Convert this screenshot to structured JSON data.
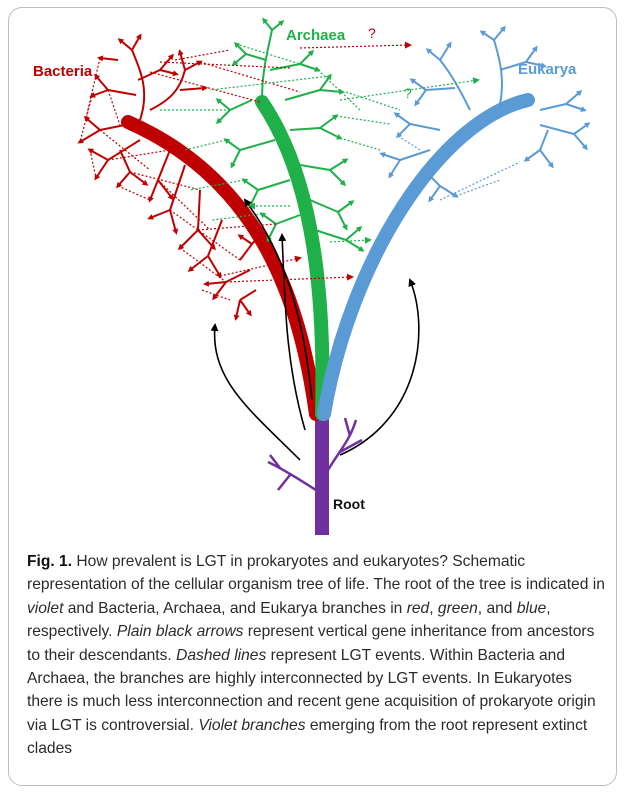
{
  "diagram": {
    "labels": {
      "bacteria": "Bacteria",
      "archaea": "Archaea",
      "eukarya": "Eukarya",
      "root": "Root",
      "q1": "?",
      "q2": "?"
    },
    "colors": {
      "bacteria": "#bf0000",
      "archaea": "#1fb04a",
      "eukarya": "#5b9bd5",
      "root": "#7030a0",
      "arrow": "#000000"
    }
  },
  "caption": {
    "fig_label": "Fig. 1.",
    "t1": " How prevalent is LGT in prokaryotes and eukaryotes? Schematic representation of the cellular organism tree of life. The root of the tree is indicated in ",
    "i1": "violet",
    "t2": " and Bacteria, Archaea, and Eukarya branches in ",
    "i2": "red",
    "t3": ", ",
    "i3": "green",
    "t4": ", and ",
    "i4": "blue",
    "t5": ", respectively. ",
    "i5": "Plain black arrows",
    "t6": " represent vertical gene inheritance from ancestors to their descendants. ",
    "i6": "Dashed lines",
    "t7": " represent LGT events. Within Bacteria and Archaea, the branches are highly interconnected by LGT events. In Eukaryotes there is much less interconnection and recent gene acquisition of prokaryote origin via LGT is controversial. ",
    "i7": "Violet branches",
    "t8": " emerging from the root represent extinct clades"
  }
}
